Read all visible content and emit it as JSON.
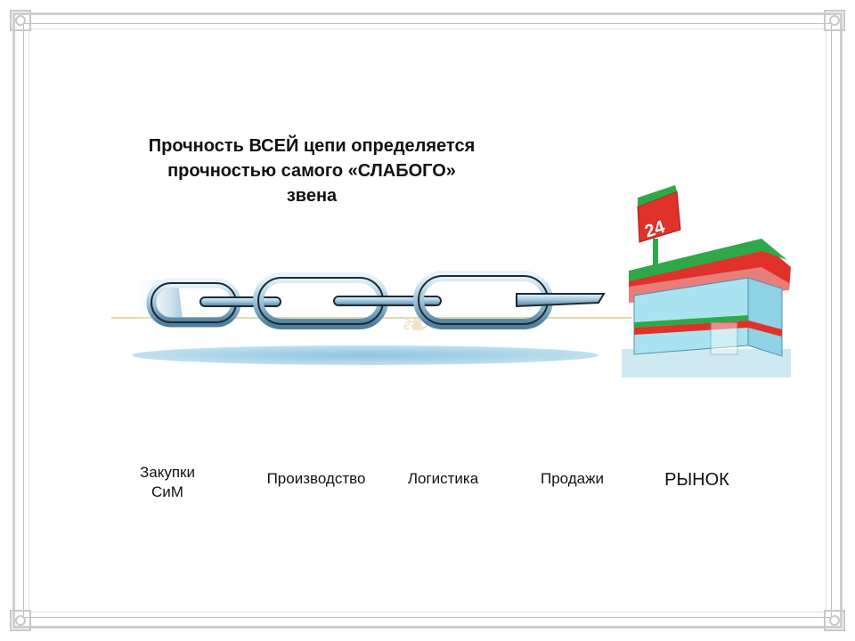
{
  "title": "Прочность ВСЕЙ цепи определяется\nпрочностью самого «СЛАБОГО»\nзвена",
  "store": {
    "sign_text": "24"
  },
  "stages": [
    {
      "label": "Закупки СиМ"
    },
    {
      "label": "Производство"
    },
    {
      "label": "Логистика"
    },
    {
      "label": "Продажи"
    }
  ],
  "market_label": "РЫНОК",
  "colors": {
    "chain": "#9ec6dc",
    "chain_shadow": "#5e8fb0",
    "store_roof_red": "#e0312a",
    "store_roof_green": "#2fa84a",
    "store_glass": "#a9e3ef"
  },
  "icons": [
    "chain-icon",
    "store-icon"
  ]
}
